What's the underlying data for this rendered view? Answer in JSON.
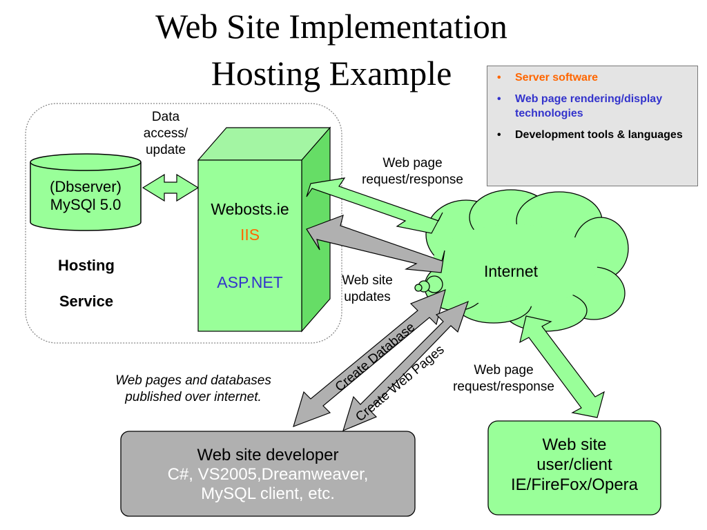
{
  "title": {
    "line1": "Web Site Implementation",
    "line2": "Hosting Example"
  },
  "legend": {
    "items": [
      {
        "label": "Server software",
        "color": "#ff6600"
      },
      {
        "label": "Web page rendering/display technologies",
        "color": "#3333cc"
      },
      {
        "label": "Development tools & languages",
        "color": "#000000"
      }
    ]
  },
  "hosting": {
    "label_line1": "Hosting",
    "label_line2": "Service"
  },
  "database": {
    "line1": "(Dbserver)",
    "line2": "MySQl 5.0"
  },
  "server": {
    "name": "Webosts.ie",
    "software": "IIS",
    "technology": "ASP.NET"
  },
  "internet": {
    "label": "Internet"
  },
  "labels": {
    "data_access": [
      "Data",
      "access/",
      "update"
    ],
    "webpage_rr_top": [
      "Web page",
      "request/response"
    ],
    "site_updates": [
      "Web site",
      "updates"
    ],
    "webpage_rr_bottom": [
      "Web page",
      "request/response"
    ],
    "published": [
      "Web pages and databases",
      "published over internet."
    ],
    "create_database": "Create Database",
    "create_web_pages": "Create Web Pages"
  },
  "developer": {
    "title": "Web site developer",
    "line2": "C#, VS2005,Dreamweaver,",
    "line3": "MySQL client, etc."
  },
  "client": {
    "line1": "Web site",
    "line2": "user/client",
    "line3": "IE/FireFox/Opera"
  },
  "colors": {
    "green_fill": "#99ff99",
    "green_dark": "#66dd66",
    "grey_fill": "#b0b0b0",
    "server_software": "#ff6600",
    "rendering_tech": "#3333cc"
  }
}
